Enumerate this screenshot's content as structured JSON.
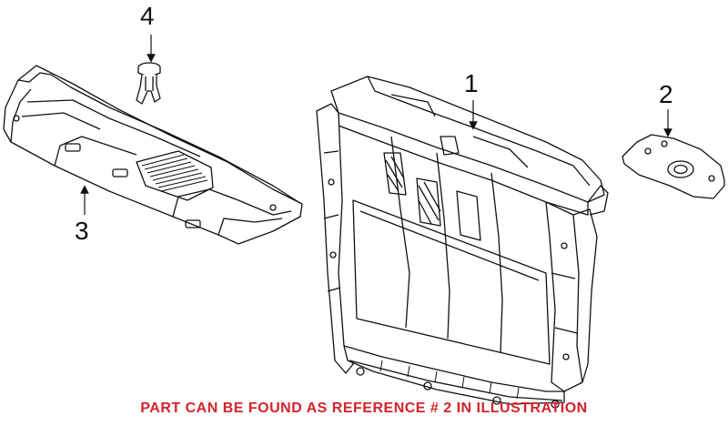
{
  "callouts": {
    "part1": "1",
    "part2": "2",
    "part3": "3",
    "part4": "4"
  },
  "footer_note": "PART CAN BE FOUND AS REFERENCE # 2 IN ILLUSTRATION",
  "colors": {
    "line": "#111111",
    "note": "#d4232a",
    "background": "#ffffff"
  },
  "parts": [
    {
      "ref": "1",
      "icon": "radiator-support-frame-icon"
    },
    {
      "ref": "2",
      "icon": "mounting-bracket-icon"
    },
    {
      "ref": "3",
      "icon": "grille-cover-panel-icon"
    },
    {
      "ref": "4",
      "icon": "push-clip-fastener-icon"
    }
  ]
}
